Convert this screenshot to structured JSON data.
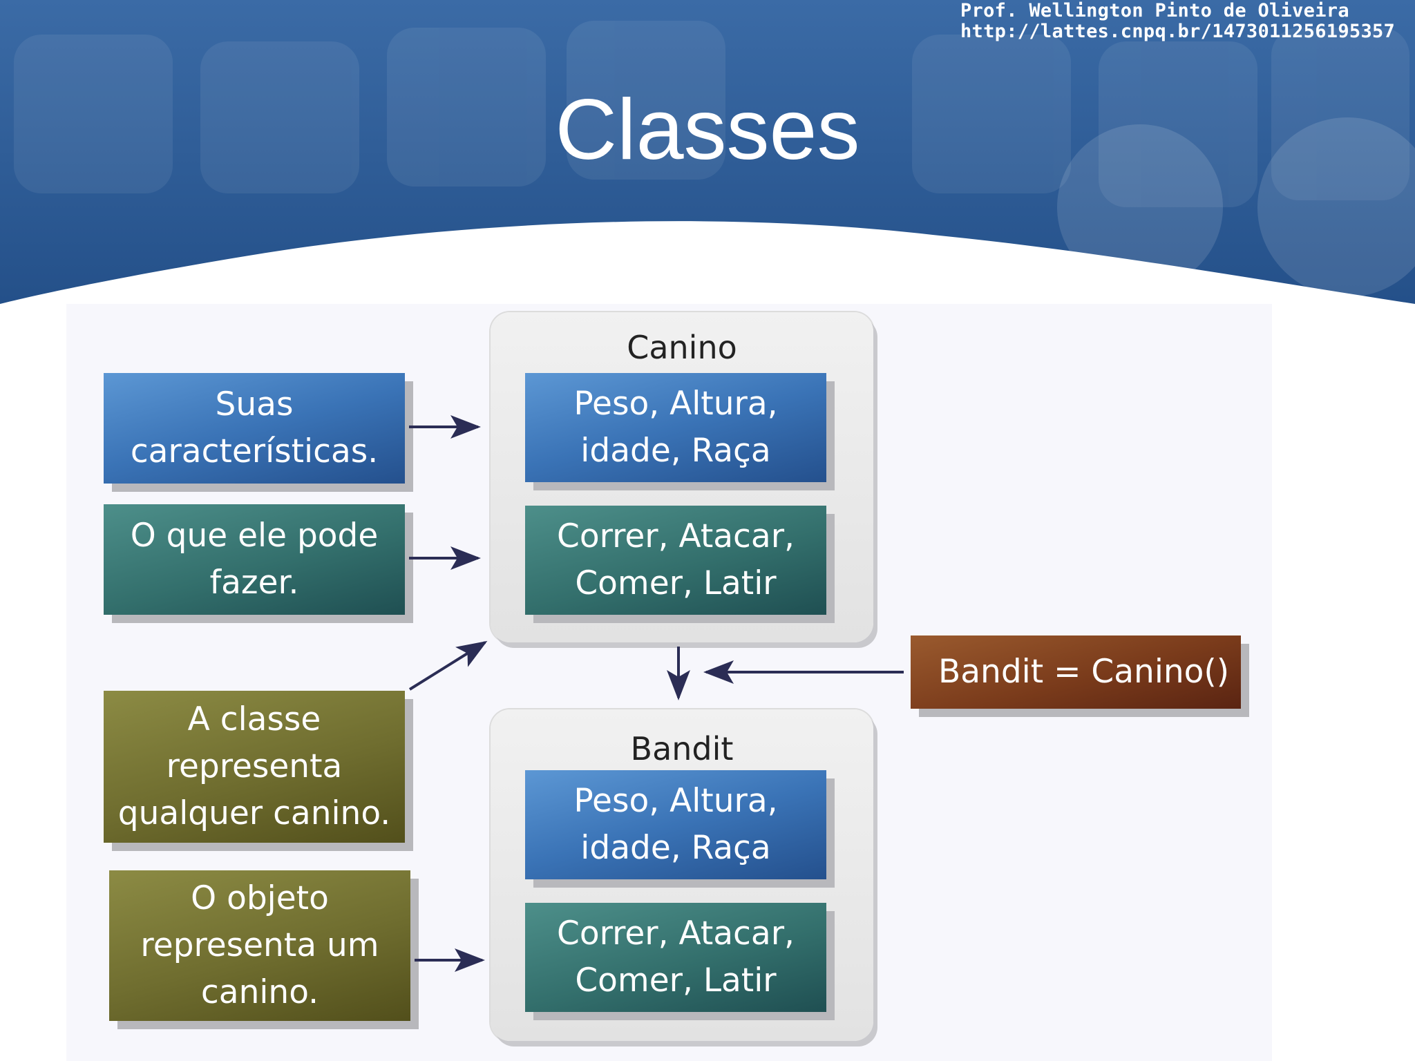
{
  "header": {
    "author_name": "Prof. Wellington Pinto de Oliveira",
    "author_url": "http://lattes.cnpq.br/1473011256195357",
    "title": "Classes"
  },
  "diagram": {
    "class_group": {
      "title": "Canino",
      "attributes": "Peso, Altura,\nidade, Raça",
      "methods": "Correr, Atacar,\nComer, Latir"
    },
    "object_group": {
      "title": "Bandit",
      "attributes": "Peso, Altura,\nidade, Raça",
      "methods": "Correr, Atacar,\nComer, Latir"
    },
    "labels": {
      "characteristics": "Suas\ncaracterísticas.",
      "actions": "O que ele pode\nfazer.",
      "class_desc": "A classe\nrepresenta\nqualquer canino.",
      "object_desc": "O objeto\nrepresenta um\ncanino."
    },
    "instantiation": "Bandit = Canino()"
  },
  "colors": {
    "header_blue": "#2f5d97",
    "attributes_blue": "#3a73b6",
    "methods_teal": "#336f6c",
    "description_olive": "#6f6d2f",
    "instantiation_brown": "#7a3b1b",
    "arrow": "#2b2d55"
  }
}
